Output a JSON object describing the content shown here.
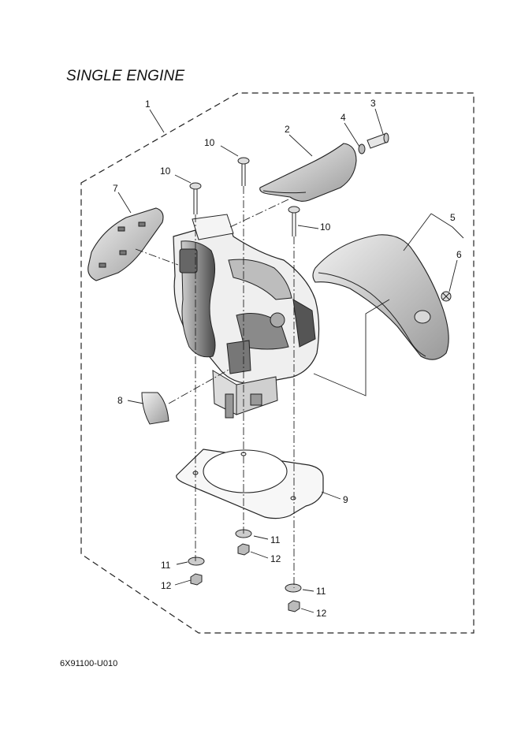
{
  "title": "SINGLE ENGINE",
  "drawing_code": "6X91100-U010",
  "callouts": {
    "c1": "1",
    "c2": "2",
    "c3": "3",
    "c4": "4",
    "c5": "5",
    "c6": "6",
    "c7": "7",
    "c8": "8",
    "c9": "9",
    "c10a": "10",
    "c10b": "10",
    "c10c": "10",
    "c11a": "11",
    "c11b": "11",
    "c11c": "11",
    "c12a": "12",
    "c12b": "12",
    "c12c": "12"
  }
}
